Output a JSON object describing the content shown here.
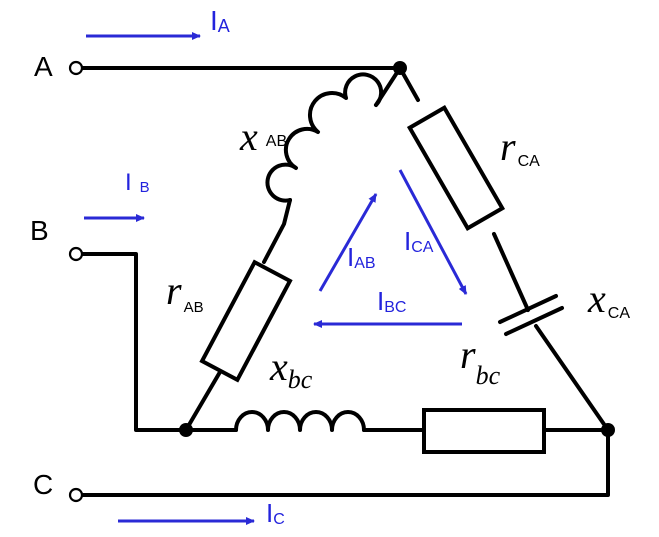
{
  "terminals": {
    "a": "A",
    "b": "B",
    "c": "C"
  },
  "currents": {
    "ia_main": "I",
    "ia_sub": "A",
    "ib_main": "I",
    "ib_sub": "B",
    "ic_main": "I",
    "ic_sub": "C",
    "iab_main": "I",
    "iab_sub": "AB",
    "ica_main": "I",
    "ica_sub": "CA",
    "ibc_main": "I",
    "ibc_sub": "BC"
  },
  "components": {
    "x_ab_main": "x",
    "x_ab_sub": "AB",
    "r_ab_main": "r",
    "r_ab_sub": "AB",
    "r_ca_main": "r",
    "r_ca_sub": "CA",
    "x_ca_main": "x",
    "x_ca_sub": "CA",
    "x_bc_main": "x",
    "x_bc_sub": "bc",
    "r_bc_main": "r",
    "r_bc_sub": "bc"
  },
  "colors": {
    "wire": "#000000",
    "current_arrow": "#2a2ad6",
    "current_label": "#2323dd"
  }
}
